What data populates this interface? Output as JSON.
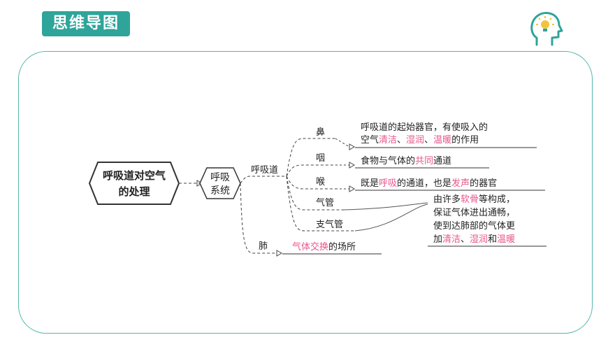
{
  "header": {
    "title": "思维导图",
    "icon": "head-lightbulb-icon"
  },
  "colors": {
    "accent": "#2fa49a",
    "panel_border": "#56b7ad",
    "highlight": "#e8578c"
  },
  "mindmap": {
    "root": "呼吸道对空气的处理",
    "root_lines": [
      "呼吸道对空气",
      "的处理"
    ],
    "system_lines": [
      "呼吸",
      "系统"
    ],
    "branch_airway": "呼吸道",
    "branch_lung": "肺",
    "organs": {
      "nose": "鼻",
      "pharynx": "咽",
      "larynx": "喉",
      "trachea": "气管",
      "bronchi": "支气管"
    },
    "nose_desc": {
      "line1": "呼吸道的起始器官，有使吸入的",
      "line2_a": "空气",
      "clean": "清洁",
      "sep1": "、",
      "moist": "湿润",
      "sep2": "、",
      "warm": "温暖",
      "line2_b": "的作用"
    },
    "pharynx_desc": {
      "a": "食物与气体的",
      "hl": "共同",
      "b": "通道"
    },
    "larynx_desc": {
      "a": "既是",
      "hl1": "呼吸",
      "b": "的通道，也是",
      "hl2": "发声",
      "c": "的器官"
    },
    "trachea_desc": {
      "line1_a": "由许多",
      "cartilage": "软骨",
      "line1_b": "等构成，",
      "line2": "保证气体进出通畅，",
      "line3": "使到达肺部的气体更",
      "line4_a": "加",
      "clean": "清洁",
      "sep1": "、",
      "moist": "湿润",
      "and": "和",
      "warm": "温暖"
    },
    "lung_desc": {
      "hl": "气体交换",
      "a": "的场所"
    }
  }
}
